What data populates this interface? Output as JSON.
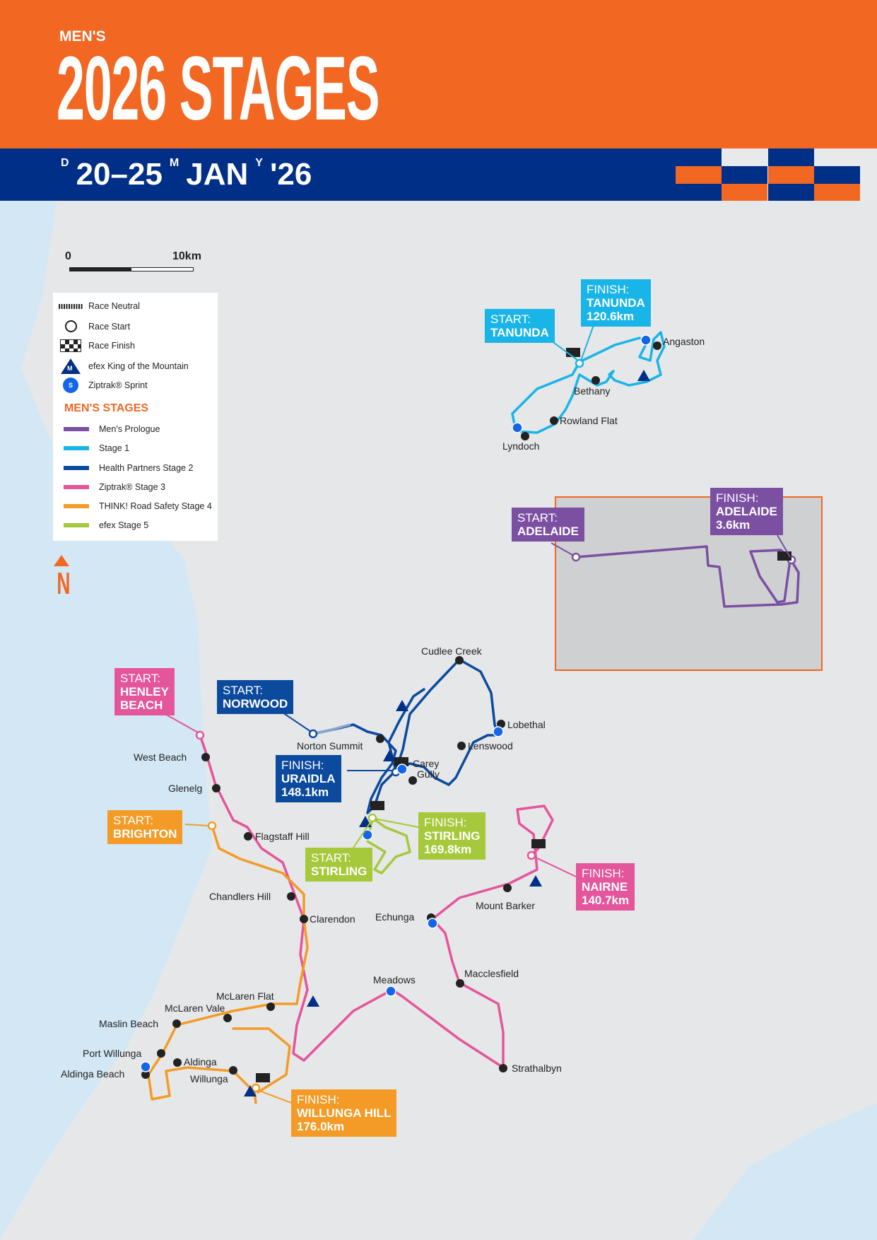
{
  "header": {
    "pretitle": "MEN'S",
    "title": "2026 STAGES",
    "dates": {
      "d_label": "D",
      "days": "20–25",
      "m_label": "M",
      "month": "JAN",
      "y_label": "Y",
      "year": "'26"
    }
  },
  "colors": {
    "brand_orange": "#f26722",
    "brand_navy": "#002f87",
    "prologue": "#7b4fa2",
    "stage1": "#19b5e8",
    "stage2": "#0c4a9e",
    "stage3": "#e4559b",
    "stage4": "#f39b26",
    "stage5": "#a6c83b"
  },
  "scale": {
    "zero": "0",
    "max": "10km"
  },
  "legend": {
    "symbols": [
      {
        "icon": "race-neutral-icon",
        "label": "Race Neutral"
      },
      {
        "icon": "race-start-icon",
        "label": "Race Start"
      },
      {
        "icon": "race-finish-icon",
        "label": "Race Finish"
      },
      {
        "icon": "king-of-mountain-icon",
        "label": "efex King of the Mountain"
      },
      {
        "icon": "sprint-icon",
        "label": "Ziptrak® Sprint"
      }
    ],
    "heading": "MEN'S STAGES",
    "stages": [
      {
        "label": "Men's Prologue",
        "color": "#7b4fa2"
      },
      {
        "label": "Stage 1",
        "color": "#19b5e8"
      },
      {
        "label": "Health Partners Stage 2",
        "color": "#0c4a9e"
      },
      {
        "label": "Ziptrak® Stage 3",
        "color": "#e4559b"
      },
      {
        "label": "THINK! Road Safety Stage 4",
        "color": "#f39b26"
      },
      {
        "label": "efex Stage 5",
        "color": "#a6c83b"
      }
    ]
  },
  "north": "N",
  "icon_text": {
    "kom": "M",
    "sprint": "S"
  },
  "callouts": {
    "start_tanunda": {
      "type": "START:",
      "place": "TANUNDA"
    },
    "finish_tanunda": {
      "type": "FINISH:",
      "place": "TANUNDA",
      "distance": "120.6km"
    },
    "start_adelaide": {
      "type": "START:",
      "place": "ADELAIDE"
    },
    "finish_adelaide": {
      "type": "FINISH:",
      "place": "ADELAIDE",
      "distance": "3.6km"
    },
    "start_henley": {
      "type": "START:",
      "place": "HENLEY",
      "place2": "BEACH"
    },
    "start_norwood": {
      "type": "START:",
      "place": "NORWOOD"
    },
    "finish_uraidla": {
      "type": "FINISH:",
      "place": "URAIDLA",
      "distance": "148.1km"
    },
    "start_brighton": {
      "type": "START:",
      "place": "BRIGHTON"
    },
    "finish_stirling": {
      "type": "FINISH:",
      "place": "STIRLING",
      "distance": "169.8km"
    },
    "start_stirling": {
      "type": "START:",
      "place": "STIRLING"
    },
    "finish_nairne": {
      "type": "FINISH:",
      "place": "NAIRNE",
      "distance": "140.7km"
    },
    "finish_willunga": {
      "type": "FINISH:",
      "place": "WILLUNGA HILL",
      "distance": "176.0km"
    }
  },
  "towns": [
    "Angaston",
    "Bethany",
    "Rowland Flat",
    "Lyndoch",
    "Cudlee Creek",
    "Lobethal",
    "Lenswood",
    "Norton Summit",
    "Carey",
    "Gully",
    "West Beach",
    "Glenelg",
    "Flagstaff Hill",
    "Chandlers Hill",
    "Clarendon",
    "Echunga",
    "Mount Barker",
    "Macclesfield",
    "Meadows",
    "McLaren Flat",
    "McLaren Vale",
    "Maslin Beach",
    "Port Willunga",
    "Aldinga",
    "Aldinga Beach",
    "Willunga",
    "Strathalbyn"
  ]
}
